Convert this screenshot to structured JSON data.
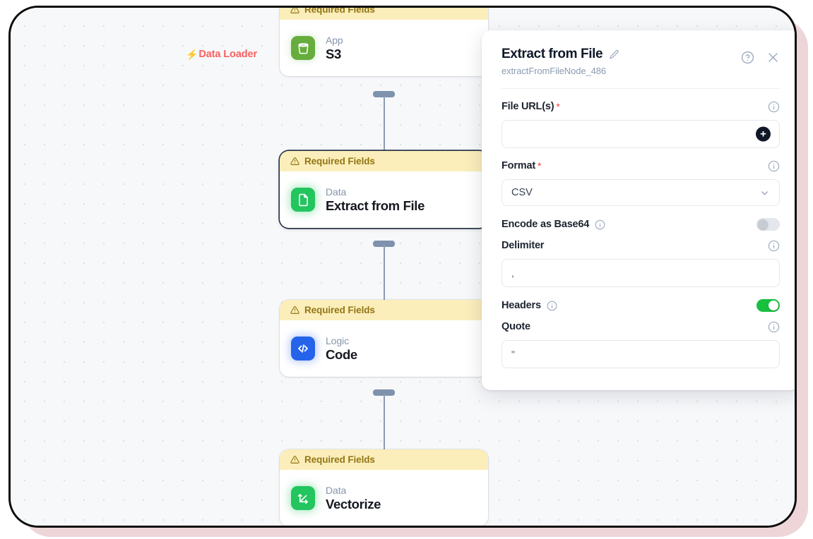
{
  "canvas": {
    "group_label": {
      "text": "Data Loader",
      "icon": "lightning-bolt-icon",
      "color": "#fb6060"
    },
    "nodes": [
      {
        "banner": "Required Fields",
        "kind": "App",
        "title": "S3",
        "icon": "bucket-icon",
        "icon_color": "#66ad3e",
        "selected": false
      },
      {
        "banner": "Required Fields",
        "kind": "Data",
        "title": "Extract from File",
        "icon": "document-icon",
        "icon_color": "#22c55e",
        "selected": true
      },
      {
        "banner": "Required Fields",
        "kind": "Logic",
        "title": "Code",
        "icon": "code-brackets-icon",
        "icon_color": "#2563eb",
        "selected": false
      },
      {
        "banner": "Required Fields",
        "kind": "Data",
        "title": "Vectorize",
        "icon": "vector-arrows-icon",
        "icon_color": "#22c55e",
        "selected": false
      }
    ]
  },
  "panel": {
    "title": "Extract from File",
    "subtitle": "extractFromFileNode_486",
    "edit_icon": "pencil-icon",
    "help_icon": "question-circle-icon",
    "close_icon": "close-icon",
    "fields": {
      "file_urls": {
        "label": "File URL(s)",
        "required": "*",
        "value": "",
        "placeholder": "",
        "add_label": "+"
      },
      "format": {
        "label": "Format",
        "required": "*",
        "value": "CSV",
        "options": [
          "CSV"
        ]
      },
      "encode_base64": {
        "label": "Encode as Base64",
        "state": "off"
      },
      "delimiter": {
        "label": "Delimiter",
        "value": ","
      },
      "headers": {
        "label": "Headers",
        "state": "on"
      },
      "quote": {
        "label": "Quote",
        "value": "\""
      }
    }
  }
}
